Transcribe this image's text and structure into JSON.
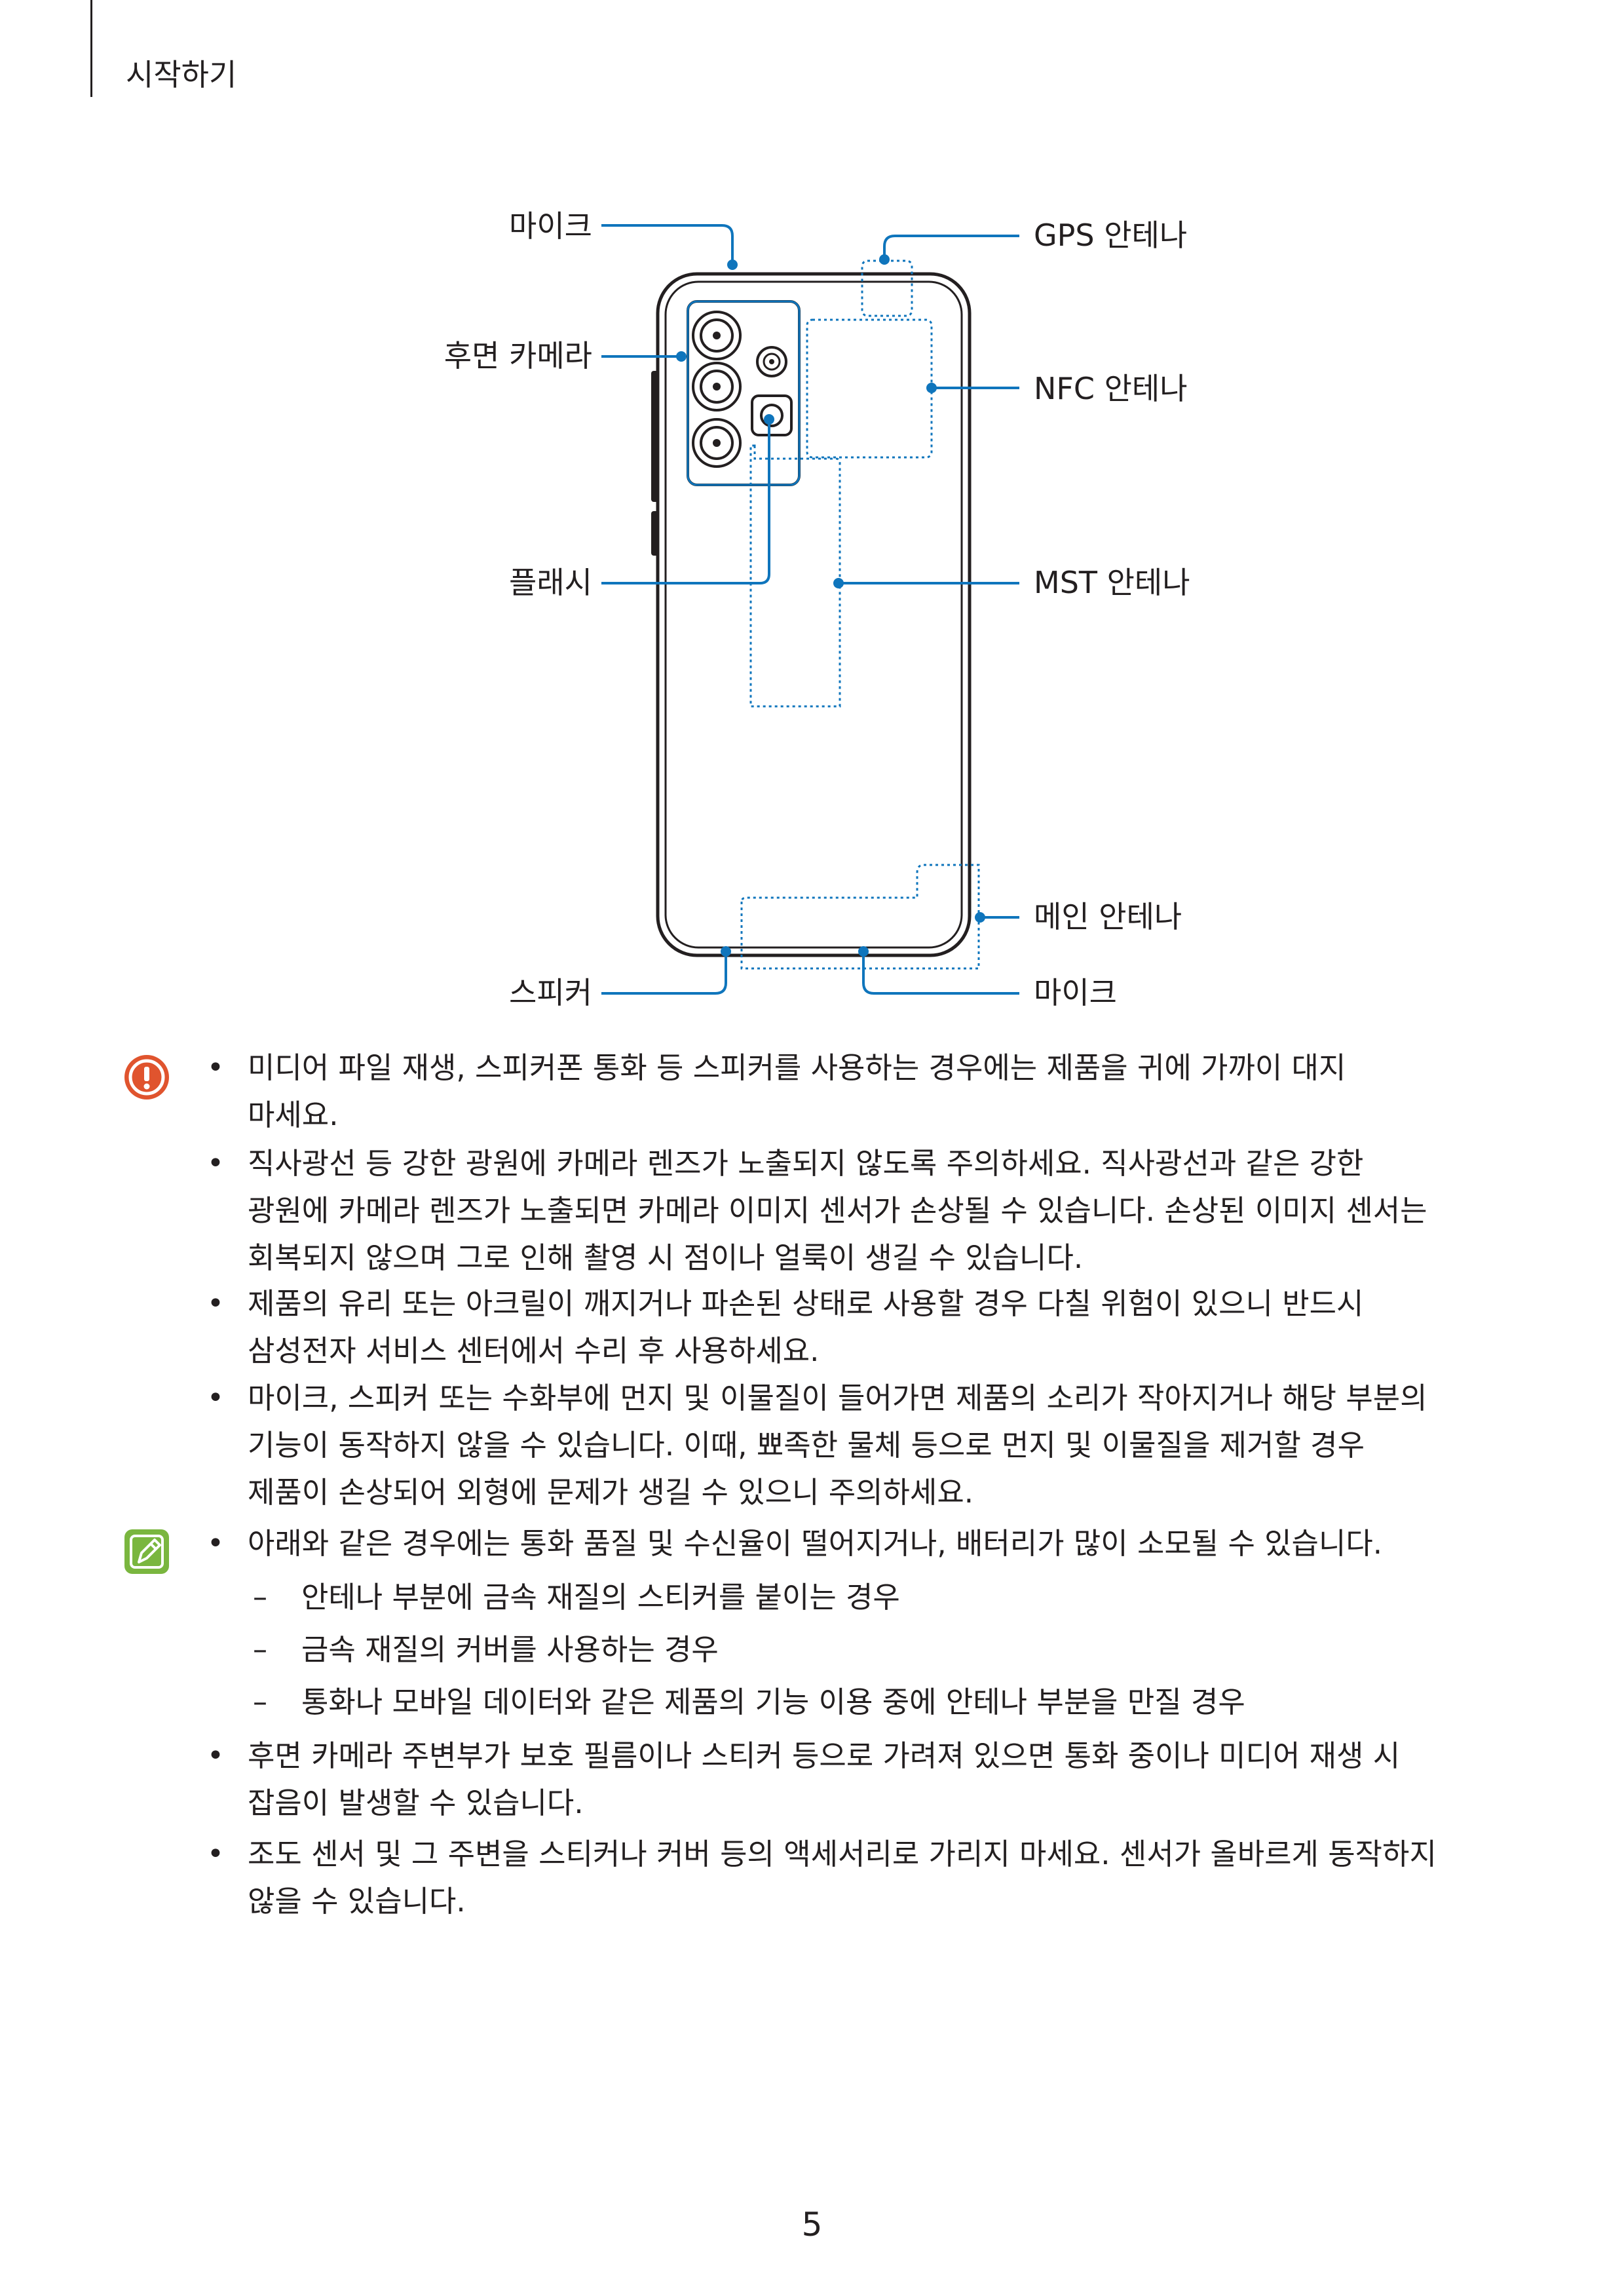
{
  "header": {
    "section_title": "시작하기"
  },
  "diagram": {
    "labels": {
      "mic_top": "마이크",
      "rear_camera": "후면 카메라",
      "flash": "플래시",
      "speaker": "스피커",
      "gps_antenna": "GPS 안테나",
      "nfc_antenna": "NFC 안테나",
      "mst_antenna": "MST 안테나",
      "main_antenna": "메인 안테나",
      "mic_bottom": "마이크"
    },
    "icons": [
      "phone-back-illustration",
      "camera-lens-icon",
      "flash-icon",
      "callout-line-icon"
    ]
  },
  "caution": {
    "icon": "caution-icon",
    "icon_color": "#e0542e",
    "items": [
      "미디어 파일 재생, 스피커폰 통화 등 스피커를 사용하는 경우에는 제품을 귀에 가까이 대지\n마세요.",
      "직사광선 등 강한 광원에 카메라 렌즈가 노출되지 않도록 주의하세요. 직사광선과 같은 강한\n광원에 카메라 렌즈가 노출되면 카메라 이미지 센서가 손상될 수 있습니다. 손상된 이미지 센서는\n회복되지 않으며 그로 인해 촬영 시 점이나 얼룩이 생길 수 있습니다.",
      "제품의 유리 또는 아크릴이 깨지거나 파손된 상태로 사용할 경우 다칠 위험이 있으니 반드시\n삼성전자 서비스 센터에서 수리 후 사용하세요.",
      "마이크, 스피커 또는 수화부에 먼지 및 이물질이 들어가면 제품의 소리가 작아지거나 해당 부분의\n기능이 동작하지 않을 수 있습니다. 이때, 뾰족한 물체 등으로 먼지 및 이물질을 제거할 경우\n제품이 손상되어 외형에 문제가 생길 수 있으니 주의하세요."
    ]
  },
  "note": {
    "icon": "note-pencil-icon",
    "icon_color": "#7ab63f",
    "intro": "아래와 같은 경우에는 통화 품질 및 수신율이 떨어지거나, 배터리가 많이 소모될 수 있습니다.",
    "sub_items": [
      "안테나 부분에 금속 재질의 스티커를 붙이는 경우",
      "금속 재질의 커버를 사용하는 경우",
      "통화나 모바일 데이터와 같은 제품의 기능 이용 중에 안테나 부분을 만질 경우"
    ],
    "items": [
      "후면 카메라 주변부가 보호 필름이나 스티커 등으로 가려져 있으면 통화 중이나 미디어 재생 시\n잡음이 발생할 수 있습니다.",
      "조도 센서 및 그 주변을 스티커나 커버 등의 액세서리로 가리지 마세요. 센서가 올바르게 동작하지\n않을 수 있습니다."
    ]
  },
  "bullet_symbol": "•",
  "dash_symbol": "–",
  "page_number": "5"
}
